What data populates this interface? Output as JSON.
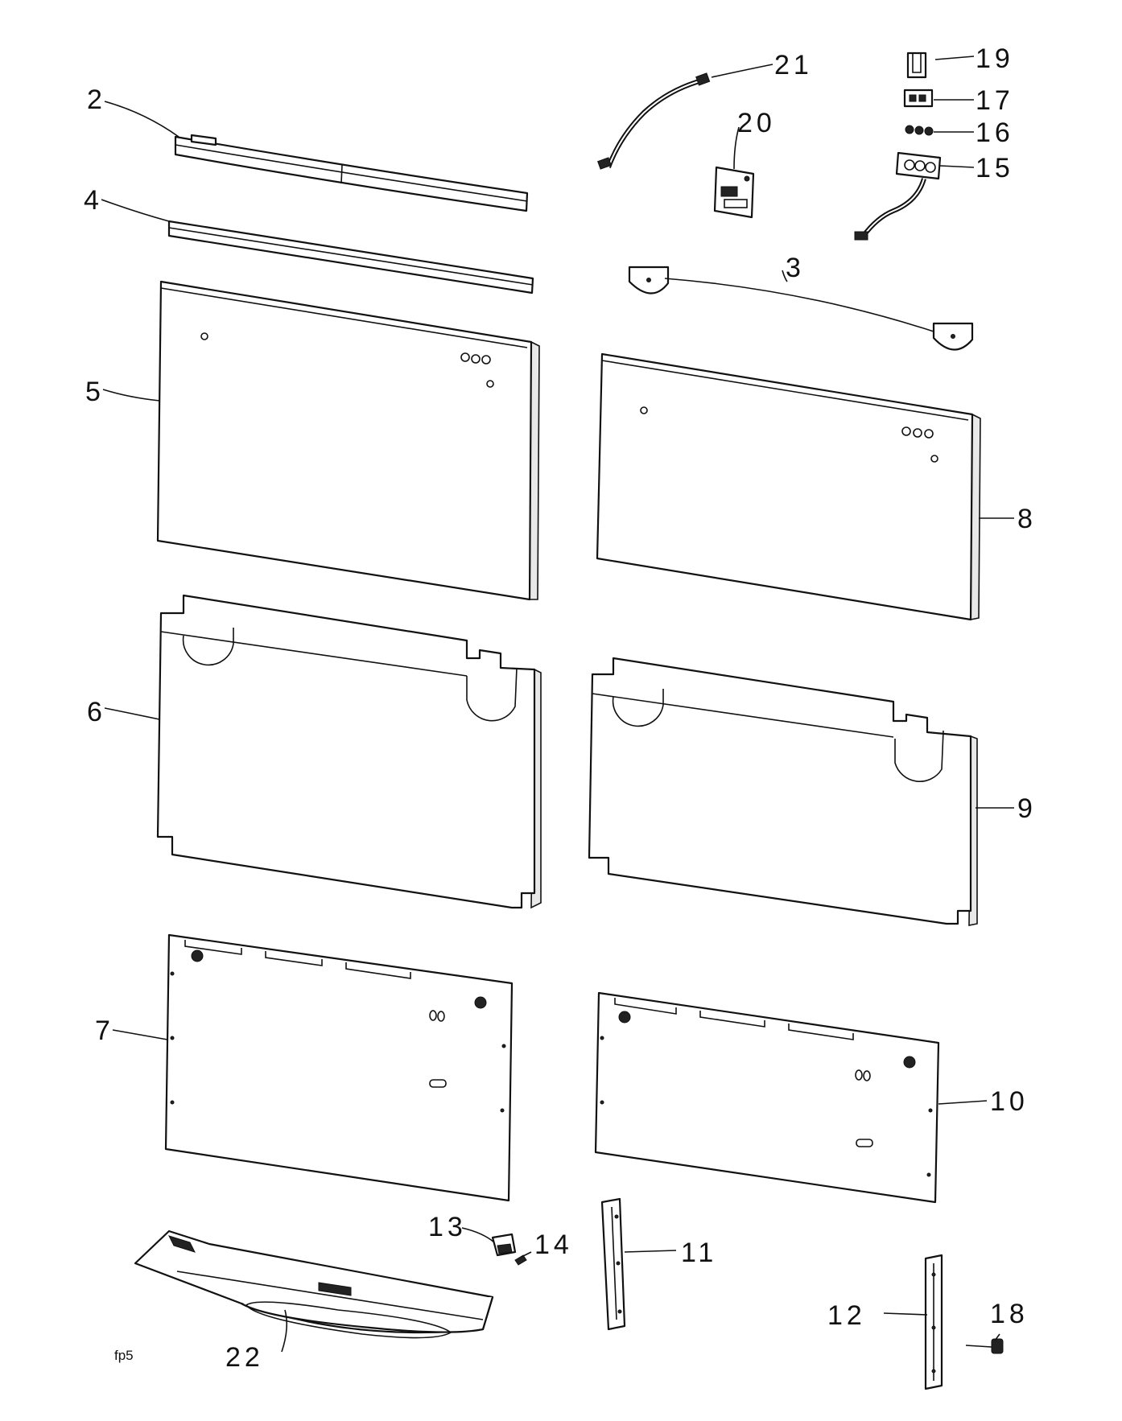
{
  "labels": {
    "p2": "2",
    "p3": "3",
    "p4": "4",
    "p5": "5",
    "p6": "6",
    "p7": "7",
    "p8": "8",
    "p9": "9",
    "p10": "10",
    "p11": "11",
    "p12": "12",
    "p13": "13",
    "p14": "14",
    "p15": "15",
    "p16": "16",
    "p17": "17",
    "p18": "18",
    "p19": "19",
    "p20": "20",
    "p21": "21",
    "p22": "22"
  },
  "diagram_code": "fp5"
}
